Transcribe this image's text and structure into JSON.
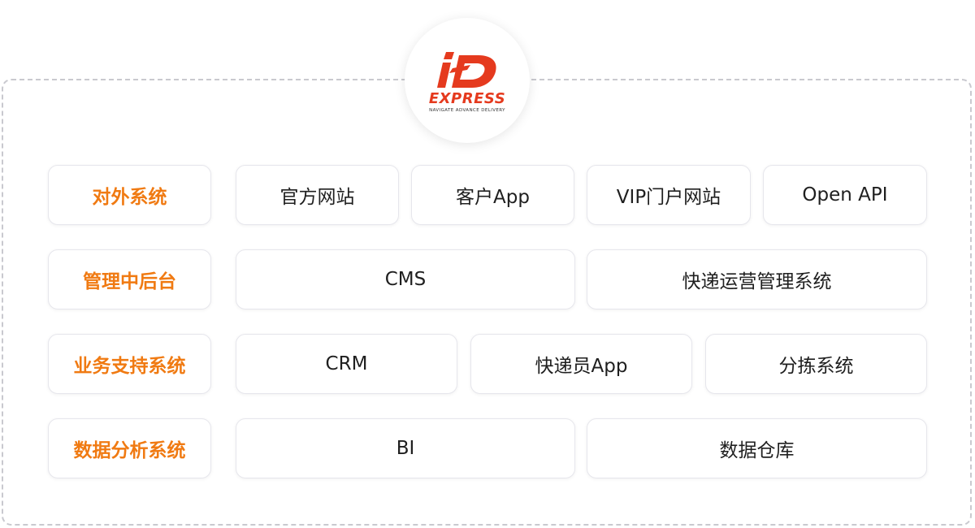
{
  "logo": {
    "mark": "iD",
    "word": "EXPRESS",
    "tagline": "NAVIGATE ADVANCE DELIVERY",
    "color": "#e53a1e"
  },
  "accent_color": "#f07a12",
  "rows": [
    {
      "label": "对外系统",
      "items": [
        "官方网站",
        "客户App",
        "VIP门户网站",
        "Open API"
      ]
    },
    {
      "label": "管理中后台",
      "items": [
        "CMS",
        "快递运营管理系统"
      ]
    },
    {
      "label": "业务支持系统",
      "items": [
        "CRM",
        "快递员App",
        "分拣系统"
      ]
    },
    {
      "label": "数据分析系统",
      "items": [
        "BI",
        "数据仓库"
      ]
    }
  ]
}
